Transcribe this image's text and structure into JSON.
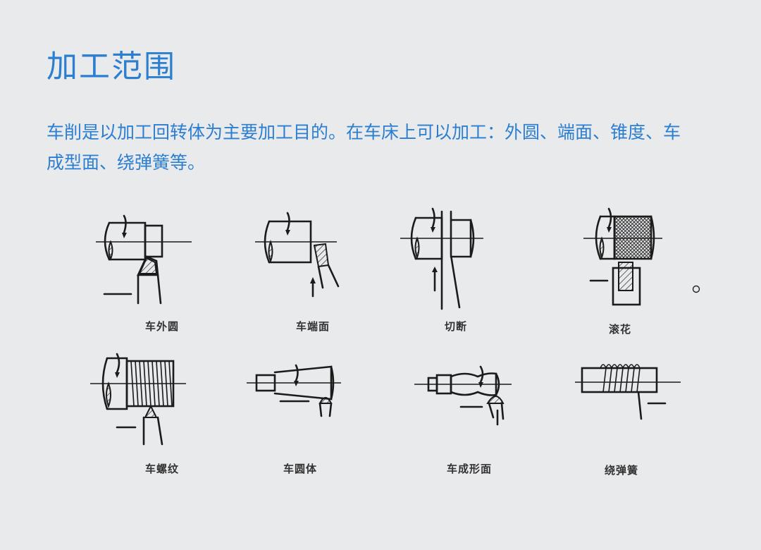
{
  "heading": "加工范围",
  "description": "车削是以加工回转体为主要加工目的。在车床上可以加工：外圆、端面、锥度、车成型面、绕弹簧等。",
  "captions": [
    "车外圆",
    "车端面",
    "切断",
    "滚花",
    "车螺纹",
    "车圆体",
    "车成形面",
    "绕弹簧"
  ]
}
